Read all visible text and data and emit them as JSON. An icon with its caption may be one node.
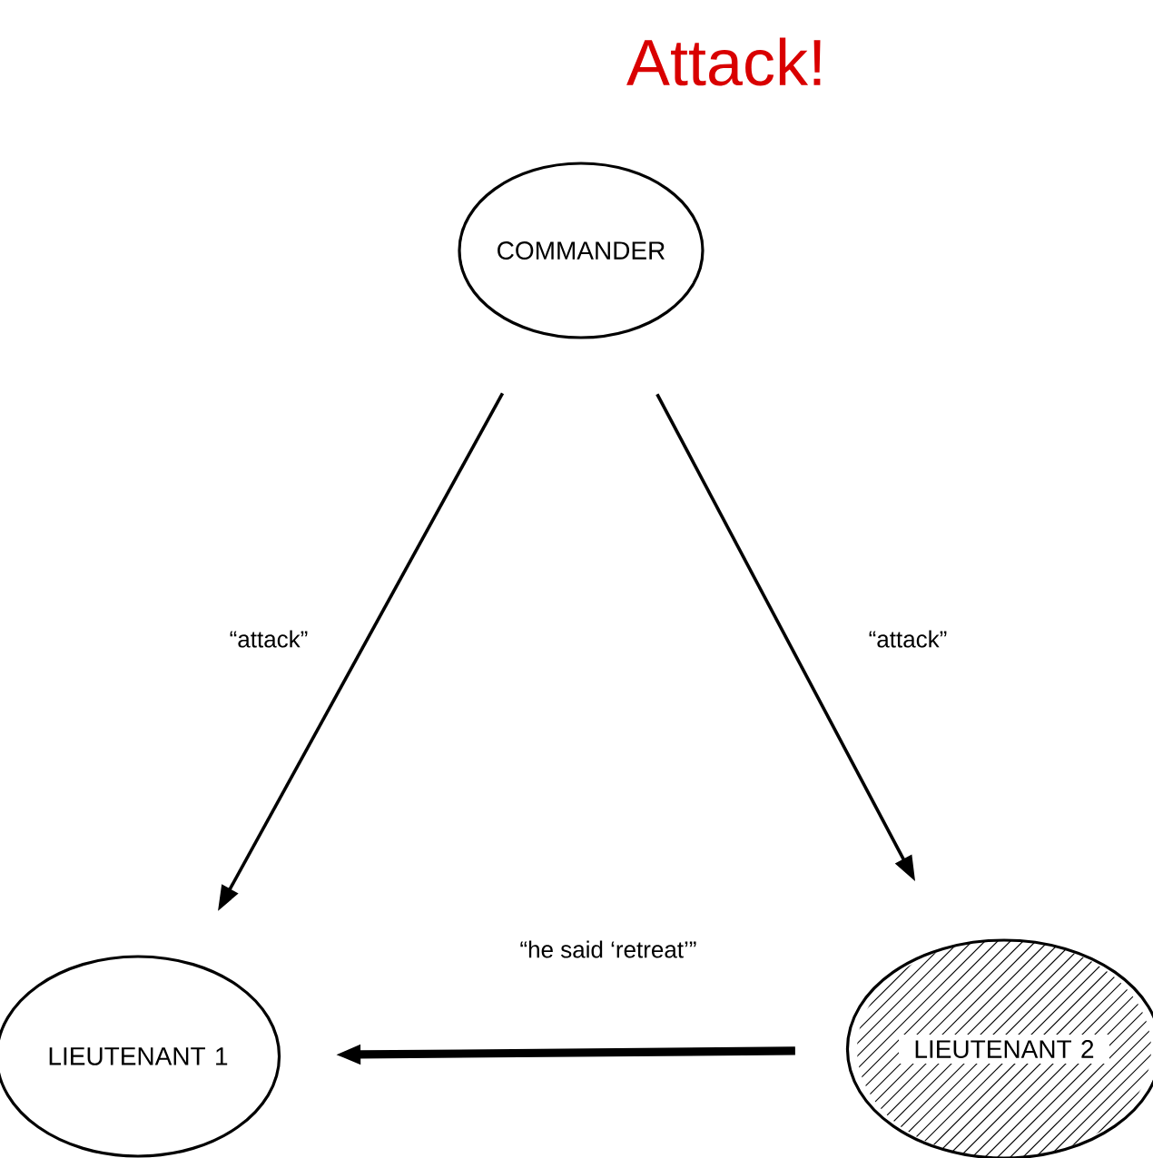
{
  "diagram": {
    "title": "Attack!",
    "nodes": [
      {
        "text": [
          "COMMANDER"
        ]
      },
      {
        "text": [
          "LIEUTENANT 1"
        ]
      },
      {
        "text": [
          "LIEUTENANT 2"
        ]
      }
    ],
    "edges": [
      {
        "from": 0,
        "to": 1,
        "arrow": "to",
        "label": "“attack”"
      },
      {
        "from": 0,
        "to": 2,
        "arrow": "to",
        "label": "“attack”"
      },
      {
        "from": 2,
        "to": 1,
        "arrow": "to",
        "label": "“he said ‘retreat’”",
        "style": "thick"
      }
    ]
  }
}
